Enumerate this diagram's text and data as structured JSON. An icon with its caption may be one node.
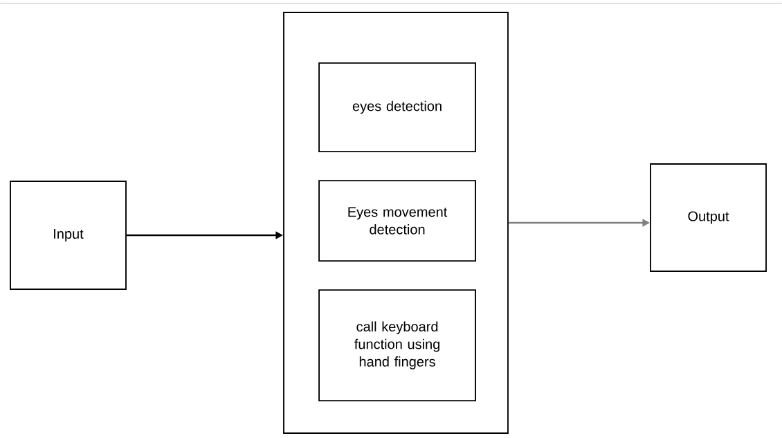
{
  "diagram": {
    "nodes": [
      {
        "text": [
          "Input"
        ]
      },
      {
        "text": [],
        "shape": "box"
      },
      {
        "text": [
          "eyes detection"
        ],
        "in": 1
      },
      {
        "text": [
          "Eyes movement detection"
        ],
        "in": 1
      },
      {
        "text": [
          "call keyboard function using hand fingers"
        ],
        "in": 1
      },
      {
        "text": [
          "Output"
        ]
      }
    ],
    "edges": [
      {
        "from": 0,
        "to": 1,
        "arrow": "to"
      },
      {
        "from": 1,
        "to": 5,
        "arrow": "to",
        "color": "#808080"
      }
    ]
  }
}
